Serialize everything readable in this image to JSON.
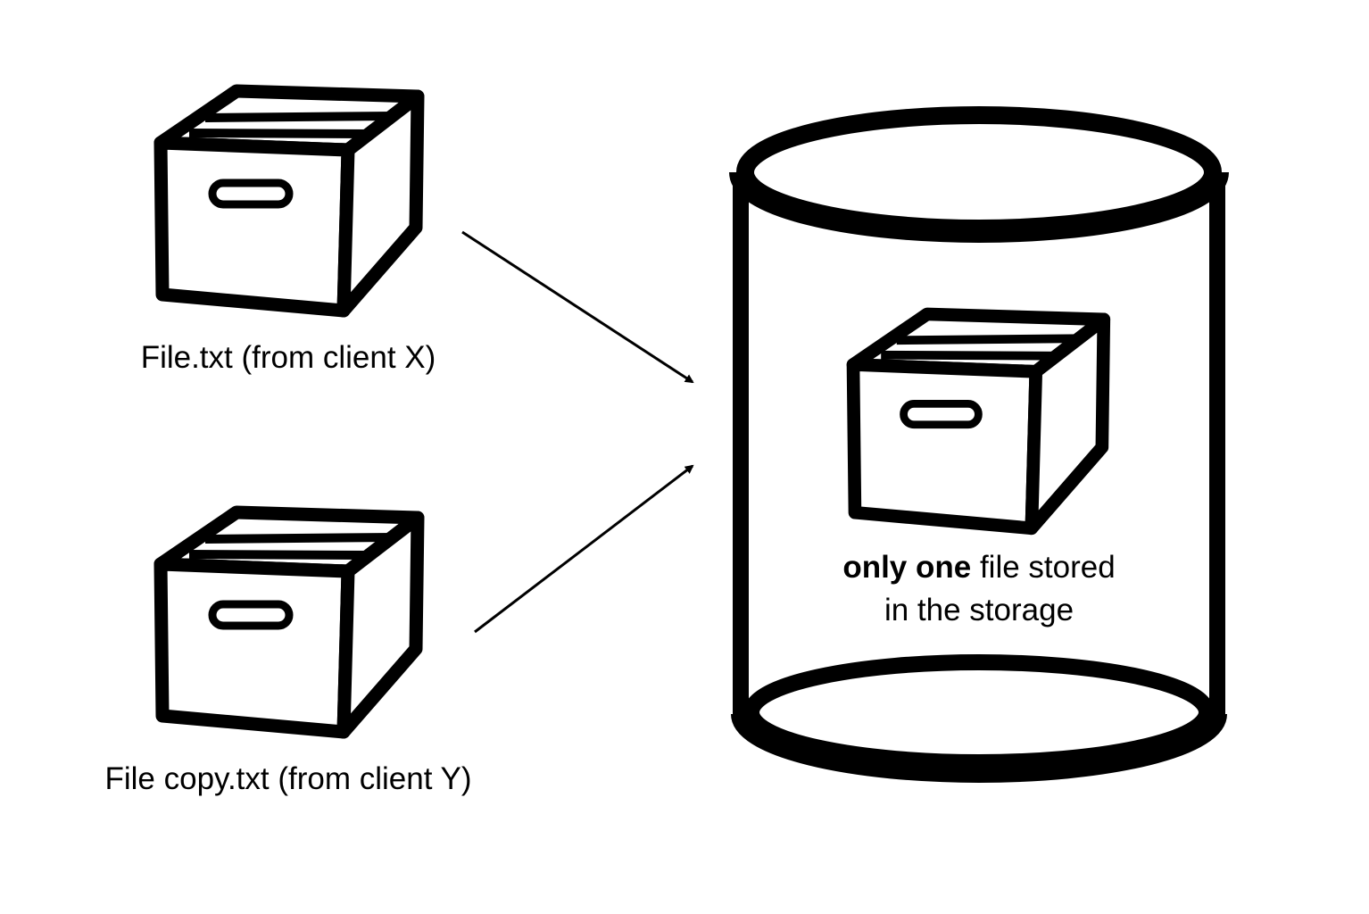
{
  "diagram": {
    "source_files": [
      {
        "icon": "file-box-icon",
        "label": "File.txt (from client X)"
      },
      {
        "icon": "file-box-icon",
        "label": "File copy.txt (from client Y)"
      }
    ],
    "storage": {
      "icon": "storage-cylinder-icon",
      "stored_icon": "file-box-icon",
      "caption_bold": "only one",
      "caption_rest": " file stored",
      "caption_line2": "in the storage"
    },
    "edges": [
      {
        "from": "source_files.0",
        "to": "storage"
      },
      {
        "from": "source_files.1",
        "to": "storage"
      }
    ],
    "colors": {
      "stroke": "#000000",
      "fill": "#ffffff"
    }
  }
}
